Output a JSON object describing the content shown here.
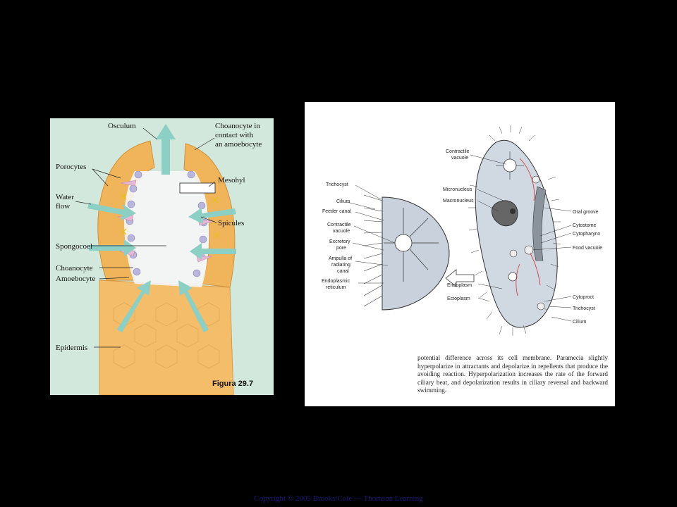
{
  "sponge": {
    "labels": {
      "osculum": "Osculum",
      "choanocyte_contact": [
        "Choanocyte in",
        "contact with",
        "an amoebocyte"
      ],
      "porocytes": "Porocytes",
      "mesohyl": "Mesohyl",
      "water_flow": [
        "Water",
        "flow"
      ],
      "spicules": "Spicules",
      "spongocoel": "Spongocoel",
      "choanocyte": "Choanocyte",
      "amoebocyte": "Amoebocyte",
      "epidermis": "Epidermis"
    },
    "figure": "Figura 29.7"
  },
  "paramecium": {
    "labels": {
      "trichocyst": "Trichocyst",
      "cilium": "Cilium",
      "feeder_canal": "Feeder canal",
      "contractile_vacuole_l": [
        "Contractile",
        "vacuole"
      ],
      "excretory_pore": [
        "Excretory",
        "pore"
      ],
      "ampulla": [
        "Ampulla of",
        "radiating",
        "canal"
      ],
      "endoplasmic": [
        "Endoplasmic",
        "reticulum"
      ],
      "contractile_vacuole_r": [
        "Contractile",
        "vacuole"
      ],
      "micronucleus": "Micronucleus",
      "macronucleus": "Macronucleus",
      "oral_groove": "Oral groove",
      "cytostome": "Cytostome",
      "cytopharynx": "Cytopharynx",
      "food_vacuole": "Food vacuole",
      "endoplasm": "Endoplasm",
      "ectoplasm": "Ectoplasm",
      "cytoproct": "Cytoproct",
      "trichocyst_r": "Trichocyst",
      "cilium_r": "Cilium"
    },
    "caption": "potential difference across its cell membrane. Paramecia slightly hyperpolarize in attractants and depolarize in repellents that produce the avoiding reaction. Hyperpolarization increases the rate of the forward ciliary beat, and depolarization results in ciliary reversal and backward swimming."
  },
  "footer": {
    "copyright": "Copyright © 2005 Brooks/Cole — Thomson Learning"
  },
  "colors": {
    "sponge_bg": "#d3e8dc",
    "sponge_body": "#f0b45a",
    "arrow": "#8ccfc4",
    "cell": "#e6b8d6"
  }
}
